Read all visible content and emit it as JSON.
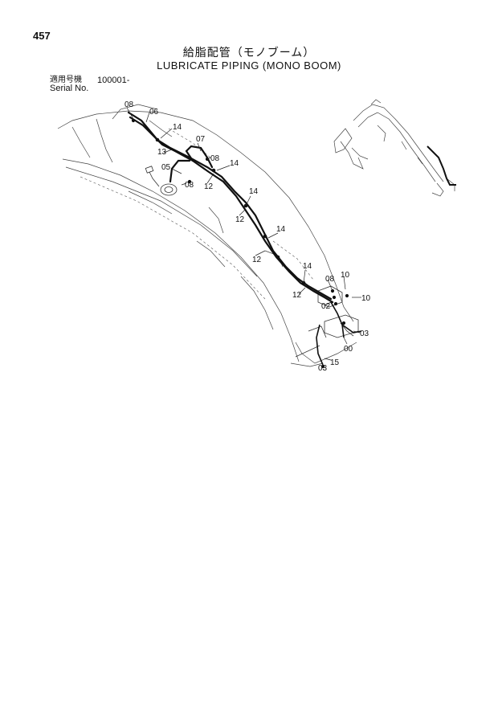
{
  "page": {
    "number": "457"
  },
  "title": {
    "japanese": "給脂配管（モノブーム）",
    "english": "LUBRICATE PIPING (MONO BOOM)"
  },
  "applicability": {
    "label_jp": "適用号機",
    "value": "100001-",
    "label_en": "Serial No."
  },
  "diagram": {
    "part_callouts": [
      {
        "id": "c1",
        "label": "08"
      },
      {
        "id": "c2",
        "label": "06"
      },
      {
        "id": "c3",
        "label": "14"
      },
      {
        "id": "c4",
        "label": "07"
      },
      {
        "id": "c5",
        "label": "13"
      },
      {
        "id": "c6",
        "label": "08"
      },
      {
        "id": "c7",
        "label": "14"
      },
      {
        "id": "c8",
        "label": "05"
      },
      {
        "id": "c9",
        "label": "08"
      },
      {
        "id": "c10",
        "label": "12"
      },
      {
        "id": "c11",
        "label": "14"
      },
      {
        "id": "c12",
        "label": "12"
      },
      {
        "id": "c13",
        "label": "14"
      },
      {
        "id": "c14",
        "label": "12"
      },
      {
        "id": "c15",
        "label": "14"
      },
      {
        "id": "c16",
        "label": "08"
      },
      {
        "id": "c17",
        "label": "10"
      },
      {
        "id": "c18",
        "label": "12"
      },
      {
        "id": "c19",
        "label": "10"
      },
      {
        "id": "c20",
        "label": "02"
      },
      {
        "id": "c21",
        "label": "03"
      },
      {
        "id": "c22",
        "label": "00"
      },
      {
        "id": "c23",
        "label": "03"
      },
      {
        "id": "c24",
        "label": "15"
      }
    ]
  }
}
